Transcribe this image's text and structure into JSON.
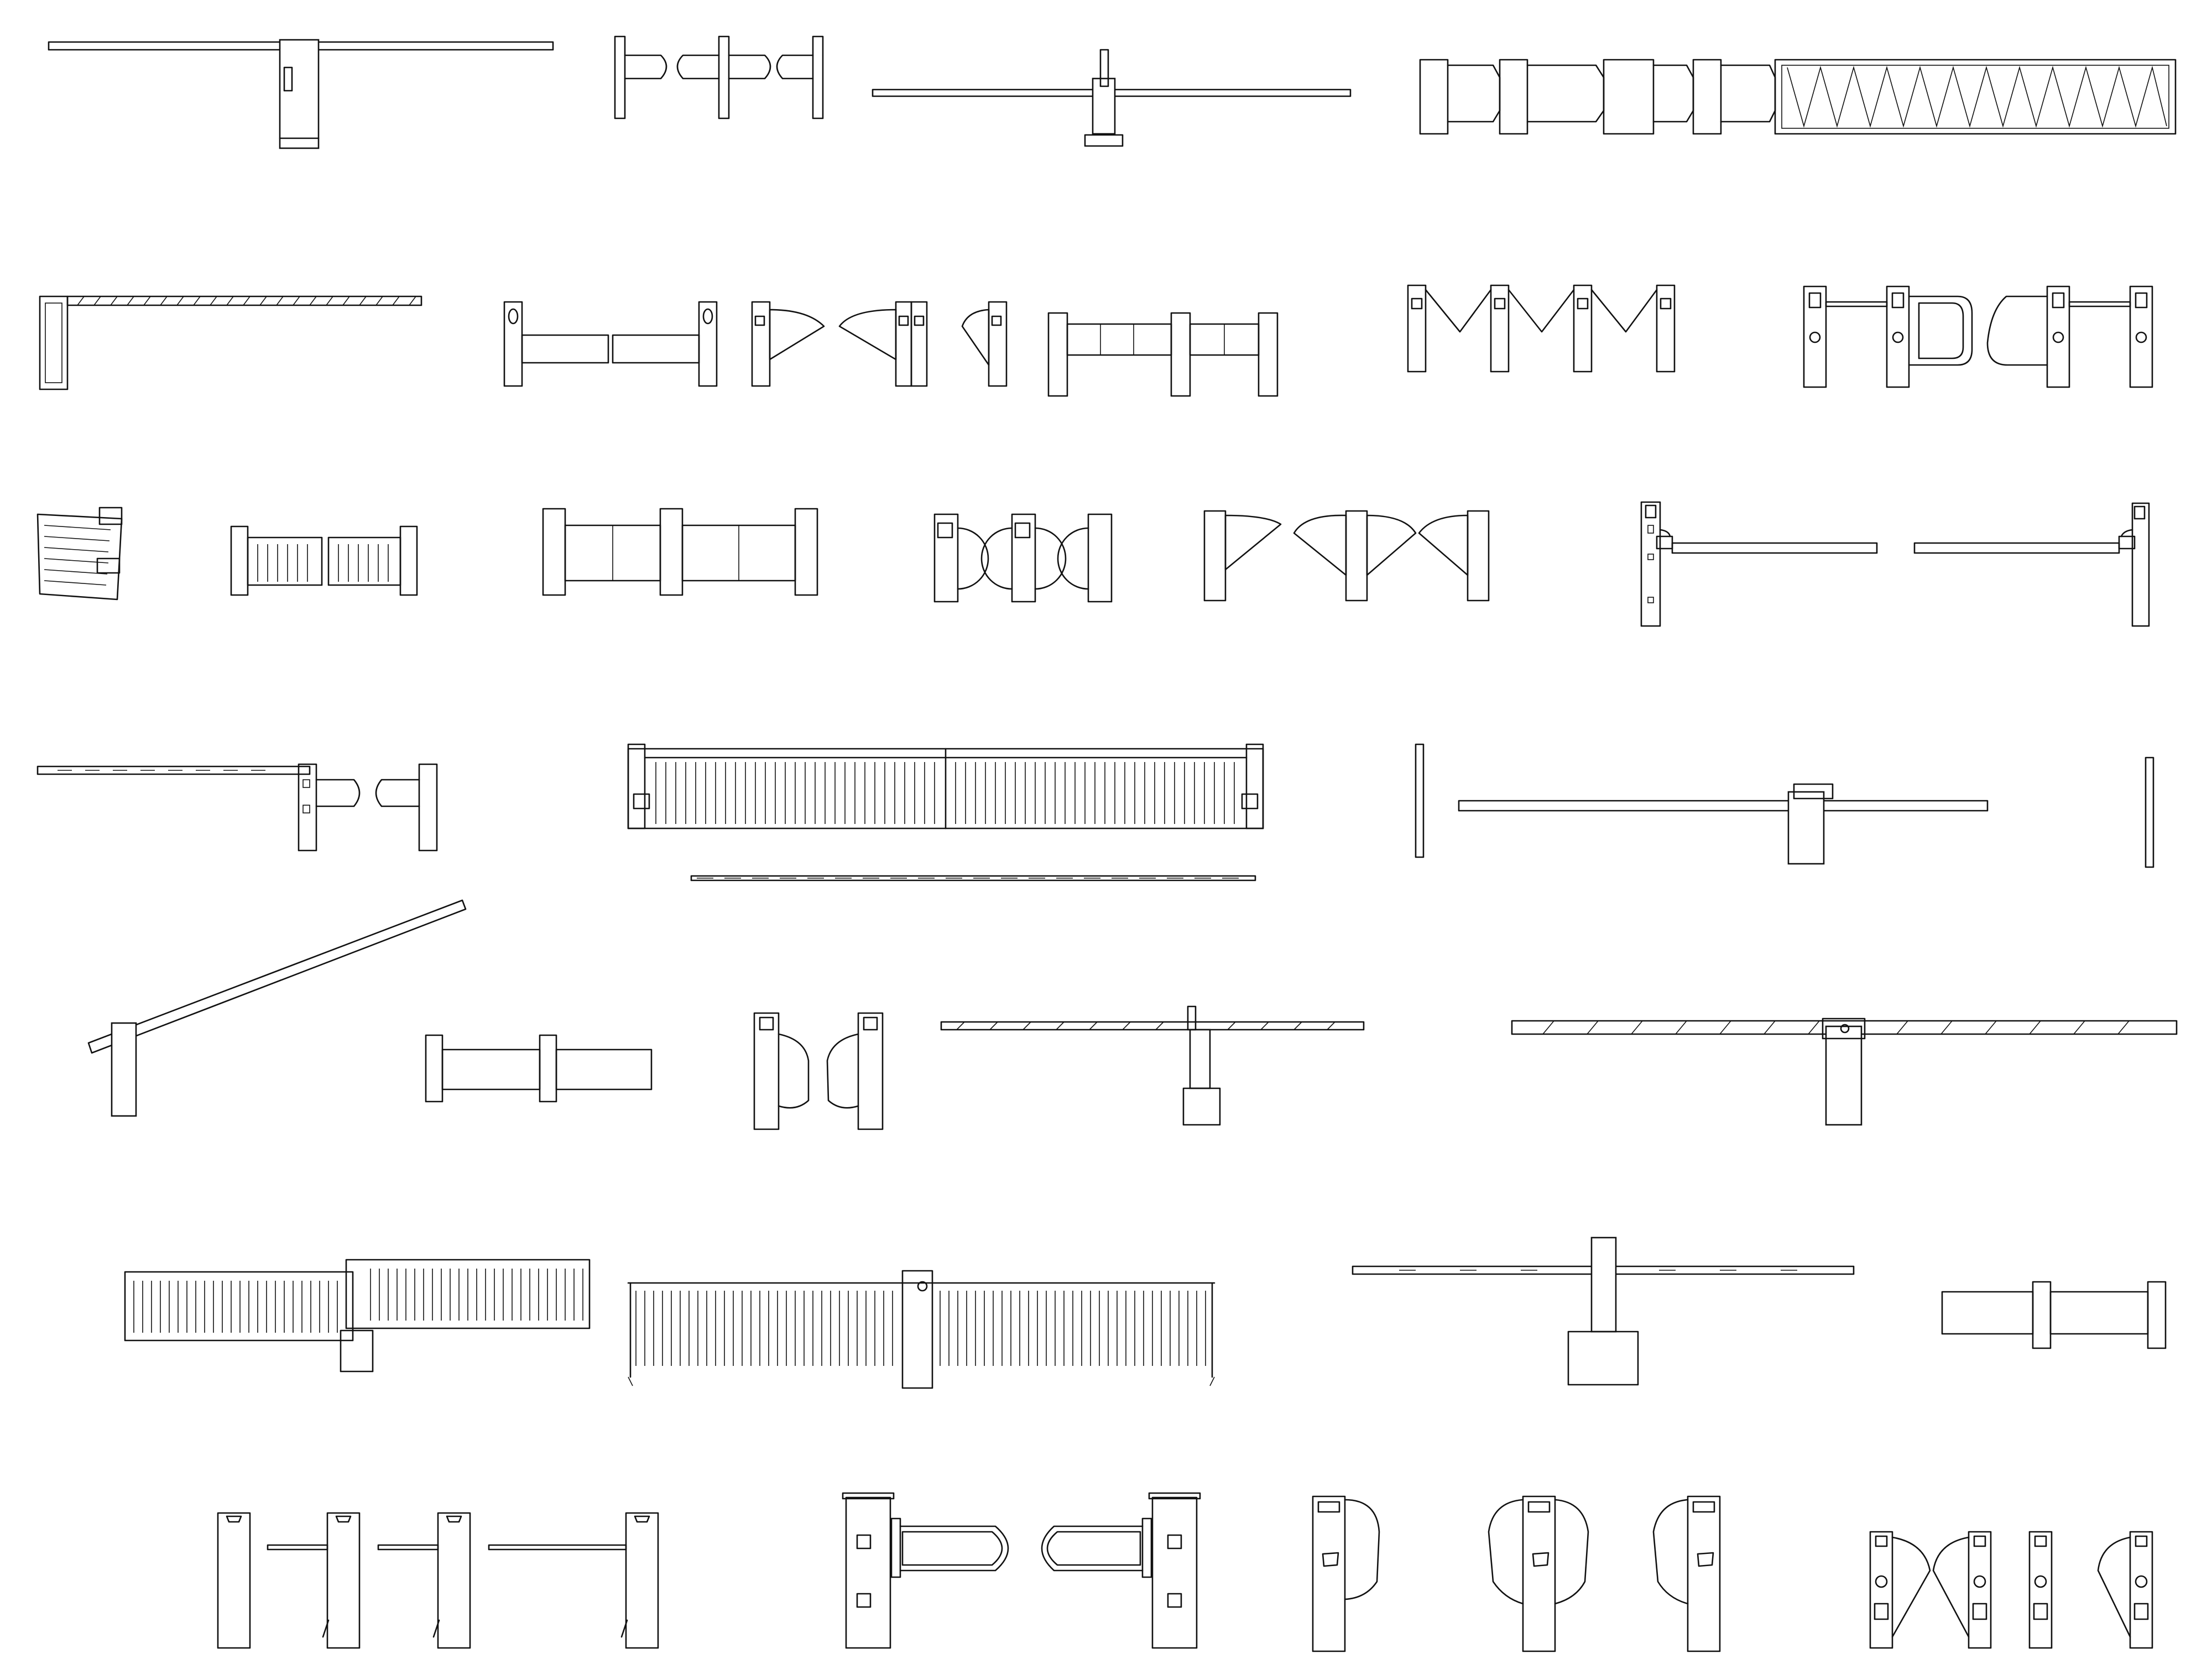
{
  "drawing": {
    "background_color": "#ffffff",
    "line_color": "#111111",
    "rows": [
      {
        "row": 1,
        "items": [
          "barrier-gate-boom-long",
          "swing-gate-turnstile",
          "barrier-gate-thin-boom",
          "flap-and-folding-gate-elevation"
        ]
      },
      {
        "row": 2,
        "items": [
          "barrier-gate-striped-boom",
          "swing-barrier-pair",
          "flap-turnstile-triangle-wings",
          "swing-barrier-glass-panels",
          "flap-turnstile-four-lanes",
          "swing-gate-with-arm"
        ]
      },
      {
        "row": 3,
        "items": [
          "folding-gate-opened",
          "sliding-gate-pair",
          "swing-barrier-three-posts",
          "flap-turnstile-half-round",
          "flap-turnstile-wings-pair",
          "barrier-arm-side-view-left",
          "barrier-arm-side-view-right"
        ]
      },
      {
        "row": 4,
        "items": [
          "boom-with-swing-gate",
          "retractable-sliding-gate",
          "barrier-arm-centered"
        ]
      },
      {
        "row": 5,
        "items": [
          "barrier-gate-raised-boom",
          "swing-barrier-single",
          "flap-turnstile-pair",
          "barrier-gate-hatched-boom",
          "barrier-gate-long-hatched-boom"
        ]
      },
      {
        "row": 6,
        "items": [
          "sliding-fence-gate",
          "retractable-fence-gate",
          "barrier-gate-pedestal",
          "swing-barrier-short"
        ]
      },
      {
        "row": 7,
        "items": [
          "tripod-turnstile-lanes",
          "swing-gate-heavy",
          "speed-gate-single-wings",
          "speed-gate-wing-lanes"
        ]
      }
    ]
  }
}
